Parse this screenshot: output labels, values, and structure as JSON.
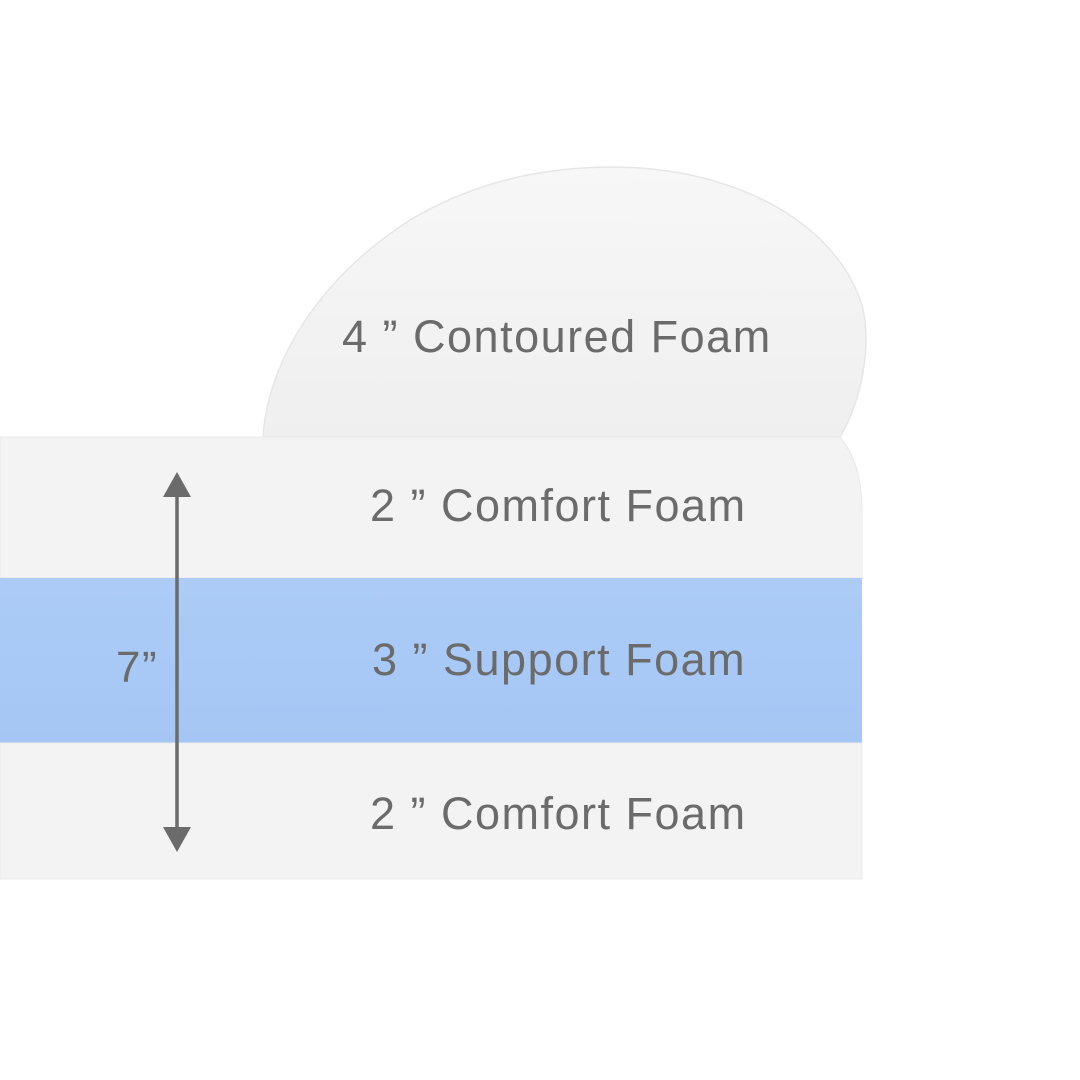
{
  "layers": [
    {
      "label": "4 ” Contoured Foam",
      "thickness_in": 4,
      "color": "#f3f3f3"
    },
    {
      "label": "2 ” Comfort Foam",
      "thickness_in": 2,
      "color": "#f3f3f3"
    },
    {
      "label": "3 ” Support Foam",
      "thickness_in": 3,
      "color": "#a9cbf6"
    },
    {
      "label": "2 ” Comfort Foam",
      "thickness_in": 2,
      "color": "#f3f3f3"
    }
  ],
  "dimension": {
    "label": "7”",
    "value_in": 7
  },
  "colors": {
    "label_text": "#6b6b6b",
    "arrow": "#6b6b6b",
    "background": "#ffffff"
  }
}
